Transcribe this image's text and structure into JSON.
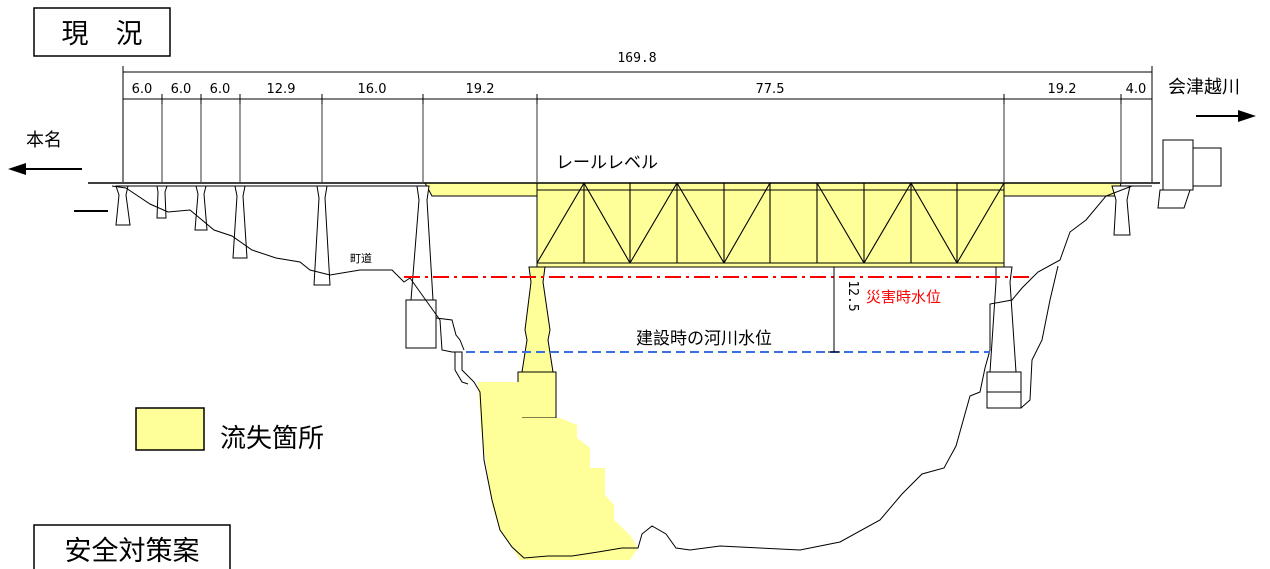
{
  "headings": {
    "current": "現　況",
    "safety": "安全対策案"
  },
  "directions": {
    "left": "本名",
    "right": "会津越川"
  },
  "dimensions": {
    "total": "169.8",
    "spans": [
      "6.0",
      "6.0",
      "6.0",
      "12.9",
      "16.0",
      "19.2",
      "77.5",
      "19.2",
      "4.0"
    ],
    "water_height": "12.5"
  },
  "labels": {
    "rail_level": "レールレベル",
    "road": "町道",
    "disaster_water_level": "災害時水位",
    "construction_water_level": "建設時の河川水位"
  },
  "legend": {
    "washed_out": "流失箇所"
  },
  "colors": {
    "washed_out_fill": "#ffff99",
    "disaster_line": "#ff0000",
    "construction_line": "#3a6fe0",
    "ink": "#000000"
  }
}
